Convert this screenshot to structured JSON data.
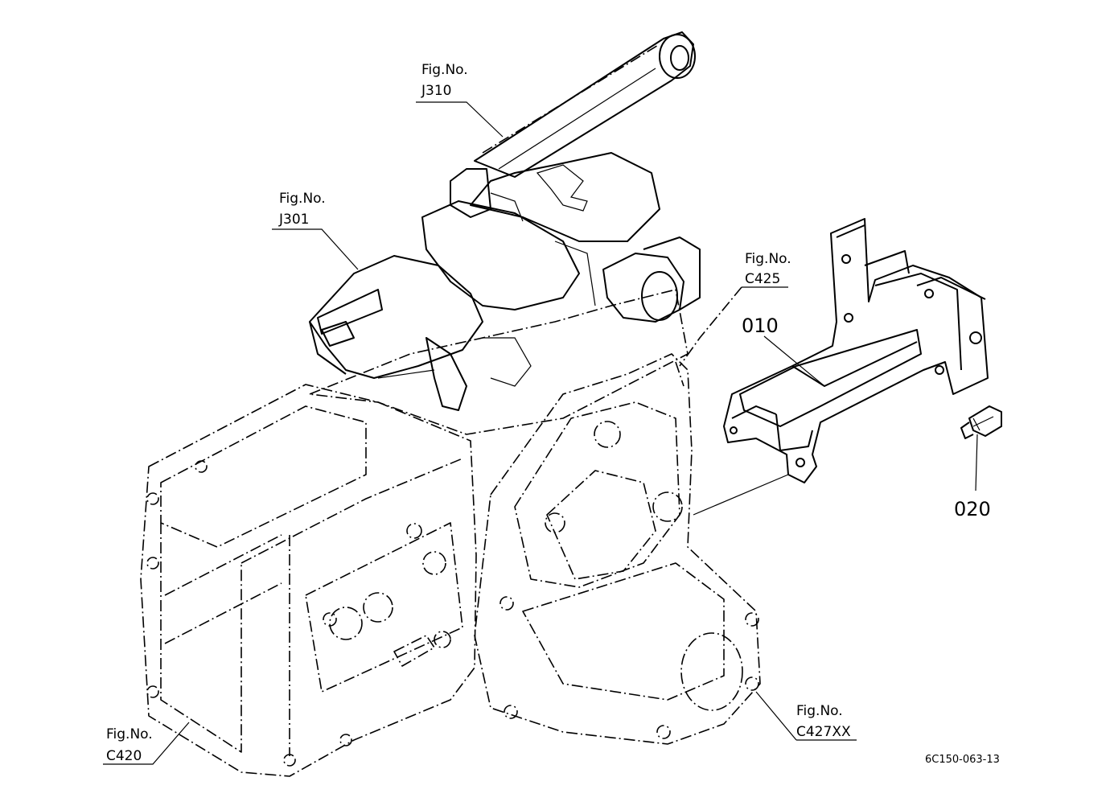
{
  "diagram": {
    "drawing_code": "6C150-063-13",
    "figure_refs": [
      {
        "id": "j310",
        "prefix": "Fig.No.",
        "code": "J310"
      },
      {
        "id": "j301",
        "prefix": "Fig.No.",
        "code": "J301"
      },
      {
        "id": "c425",
        "prefix": "Fig.No.",
        "code": "C425"
      },
      {
        "id": "c420",
        "prefix": "Fig.No.",
        "code": "C420"
      },
      {
        "id": "c427xx",
        "prefix": "Fig.No.",
        "code": "C427XX"
      }
    ],
    "parts": [
      {
        "id": "p010",
        "number": "010"
      },
      {
        "id": "p020",
        "number": "020"
      }
    ]
  }
}
